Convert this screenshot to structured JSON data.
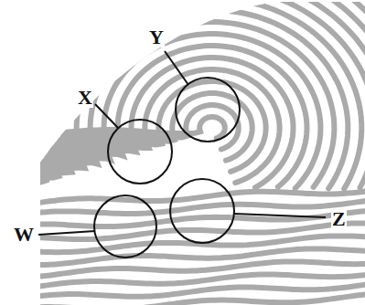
{
  "diagram": {
    "labels": [
      "Y",
      "X",
      "W",
      "Z"
    ]
  }
}
